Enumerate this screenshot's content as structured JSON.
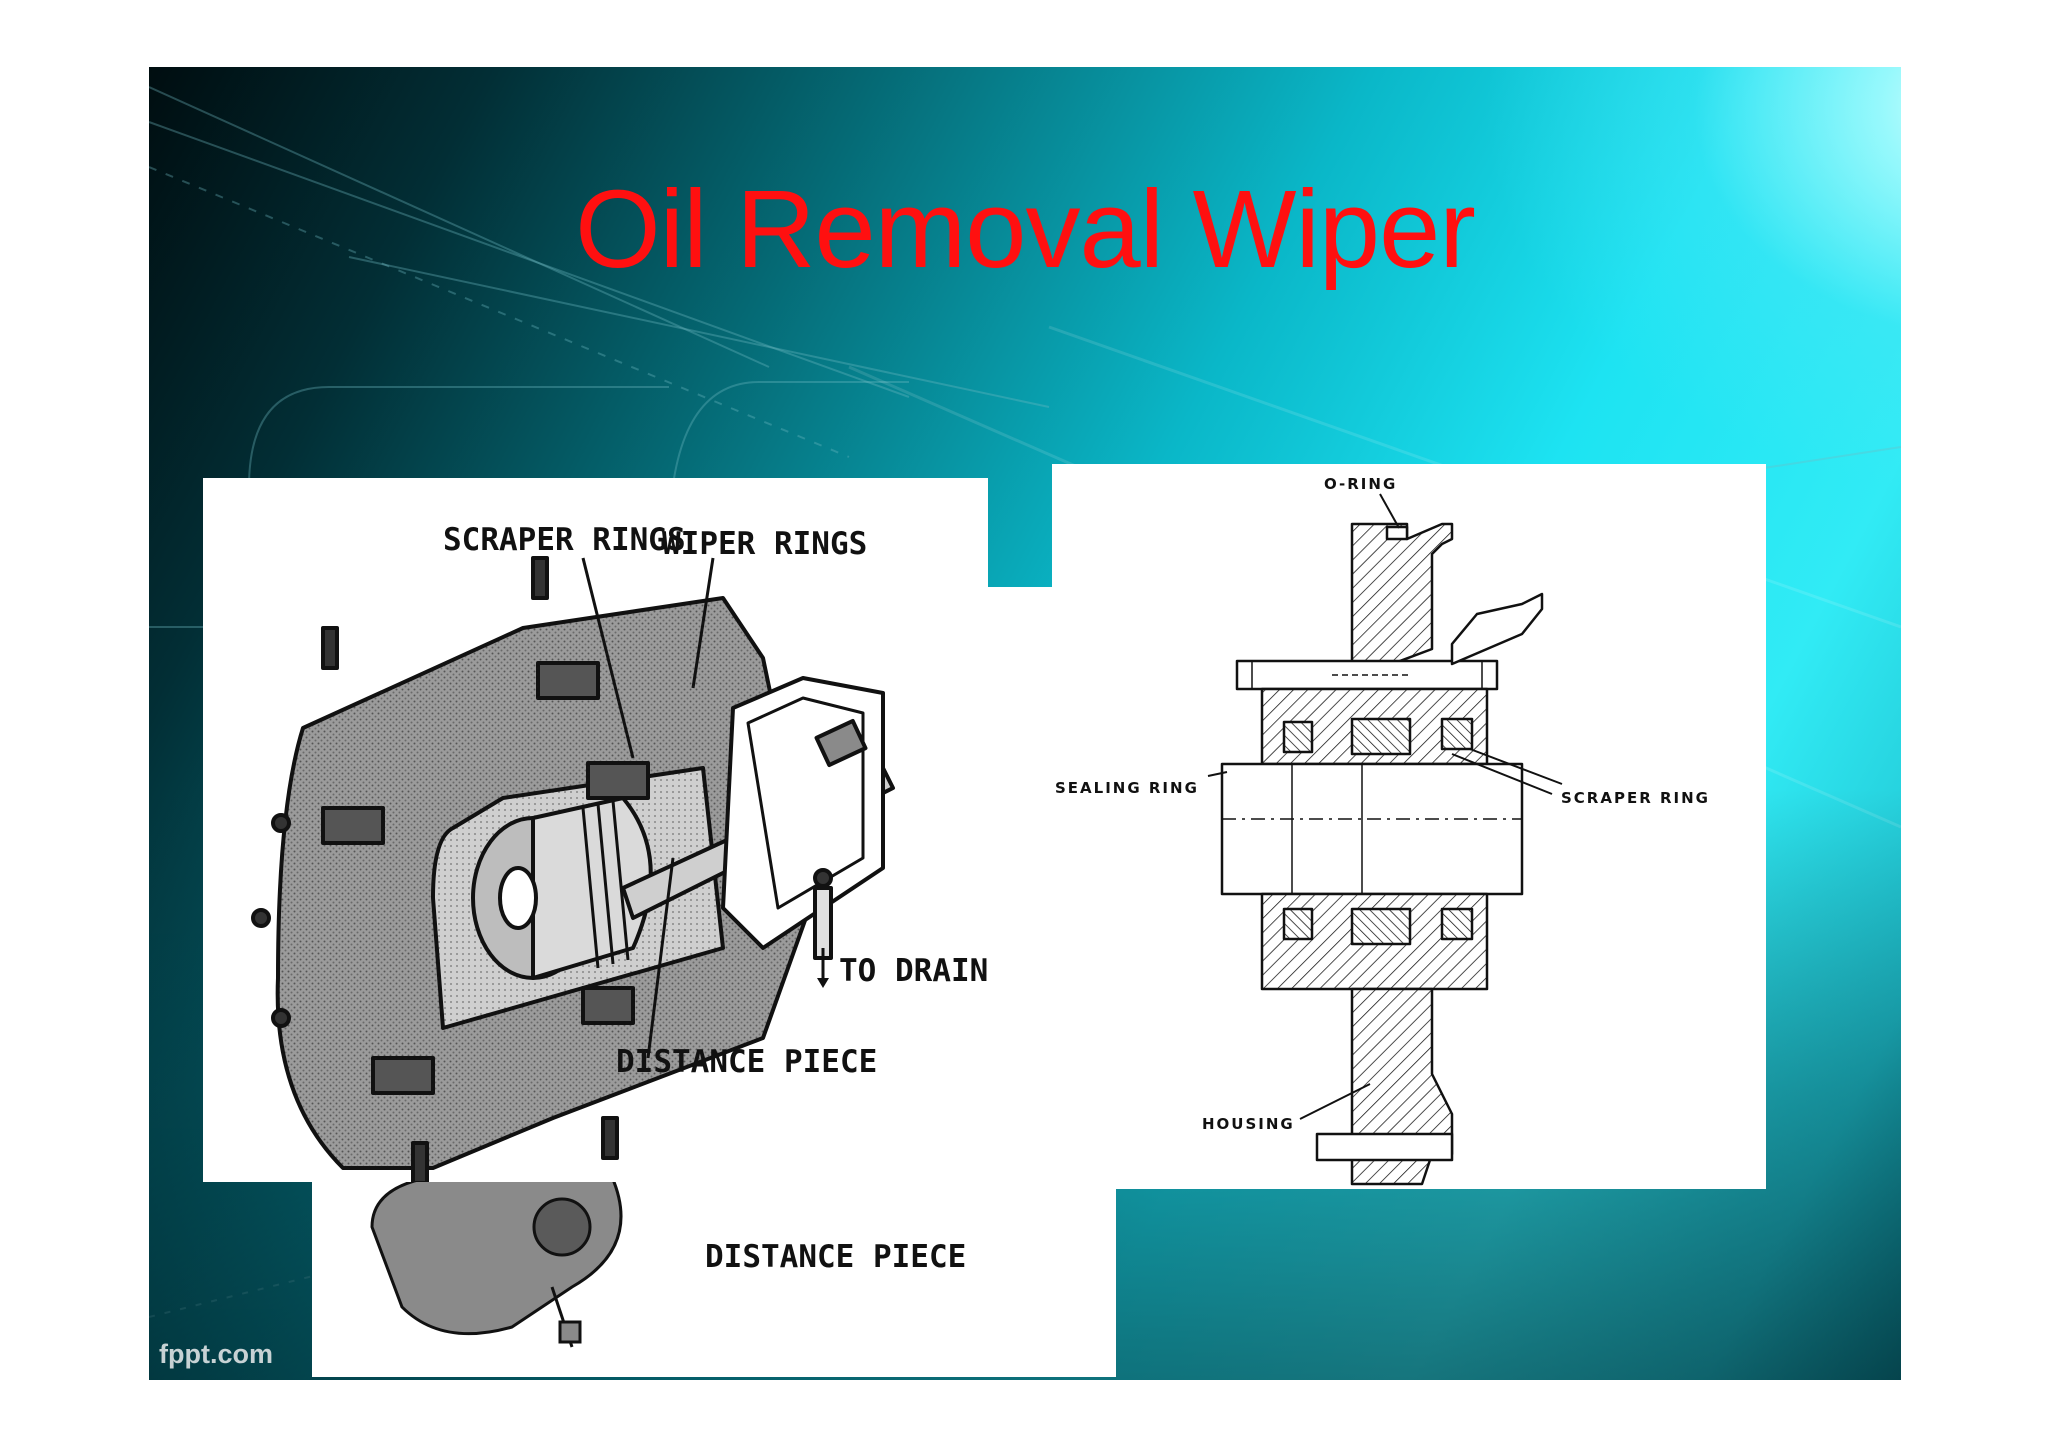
{
  "slide": {
    "title": "Oil Removal Wiper",
    "footer_brand": "fppt.com",
    "colors": {
      "title": "#ff1010",
      "background_dark": "#022e35",
      "background_light": "#31ebf5"
    }
  },
  "figure_cutaway": {
    "labels": {
      "scraper_rings": "SCRAPER RINGS",
      "wiper_rings": "WIPER RINGS",
      "to_drain": "TO DRAIN",
      "distance_piece": "DISTANCE PIECE"
    }
  },
  "figure_behind": {
    "label": "DISTANCE PIECE"
  },
  "figure_section": {
    "labels": {
      "o_ring": "O-RING",
      "sealing_ring": "SEALING RING",
      "scraper_ring": "SCRAPER RING",
      "housing": "HOUSING"
    }
  }
}
